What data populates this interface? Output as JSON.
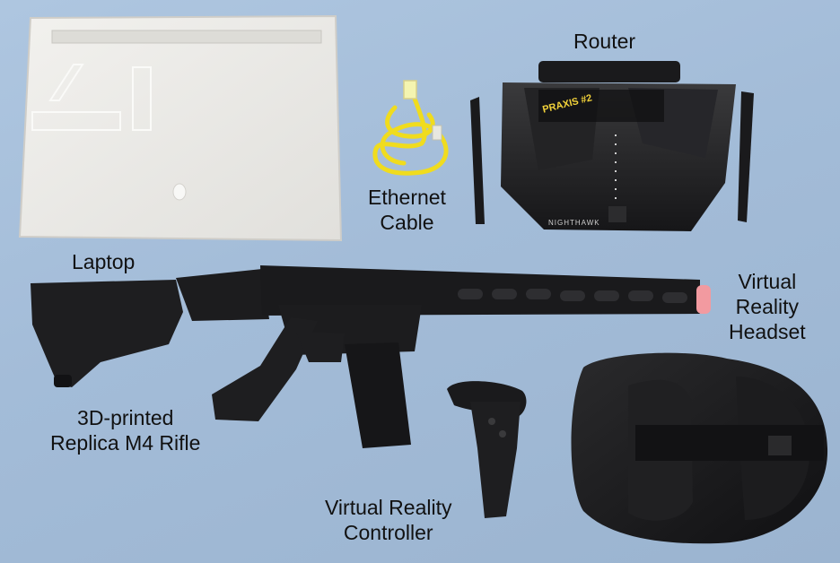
{
  "labels": {
    "router": "Router",
    "ethernet": [
      "Ethernet",
      "Cable"
    ],
    "laptop": "Laptop",
    "vr_headset": [
      "Virtual",
      "Reality",
      "Headset"
    ],
    "rifle": [
      "3D-printed",
      "Replica M4 Rifle"
    ],
    "vr_controller": [
      "Virtual Reality",
      "Controller"
    ]
  },
  "device_markings": {
    "router_tag": "PRAXIS #2",
    "router_brand": "NIGHTHAWK"
  },
  "colors": {
    "backdrop": "#a3bcd8",
    "laptop_shell": "#ecebe7",
    "cable": "#f0dc1e",
    "device_black": "#1c1c1e",
    "muzzle_cap": "#f29aa0",
    "router_tag": "#f2d23a"
  }
}
